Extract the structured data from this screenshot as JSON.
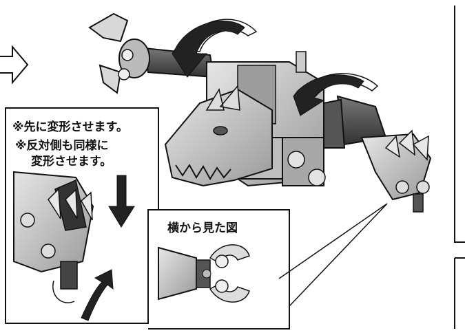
{
  "notes": {
    "line1": "※先に変形させます。",
    "line2": "※反対側も同様に",
    "line3": "変形させます。"
  },
  "side_view_label": "横から見た図",
  "colors": {
    "ink": "#111111",
    "mid_gray": "#8a8a8a",
    "light_gray": "#c9c9c9",
    "dark_gray": "#4a4a4a"
  }
}
